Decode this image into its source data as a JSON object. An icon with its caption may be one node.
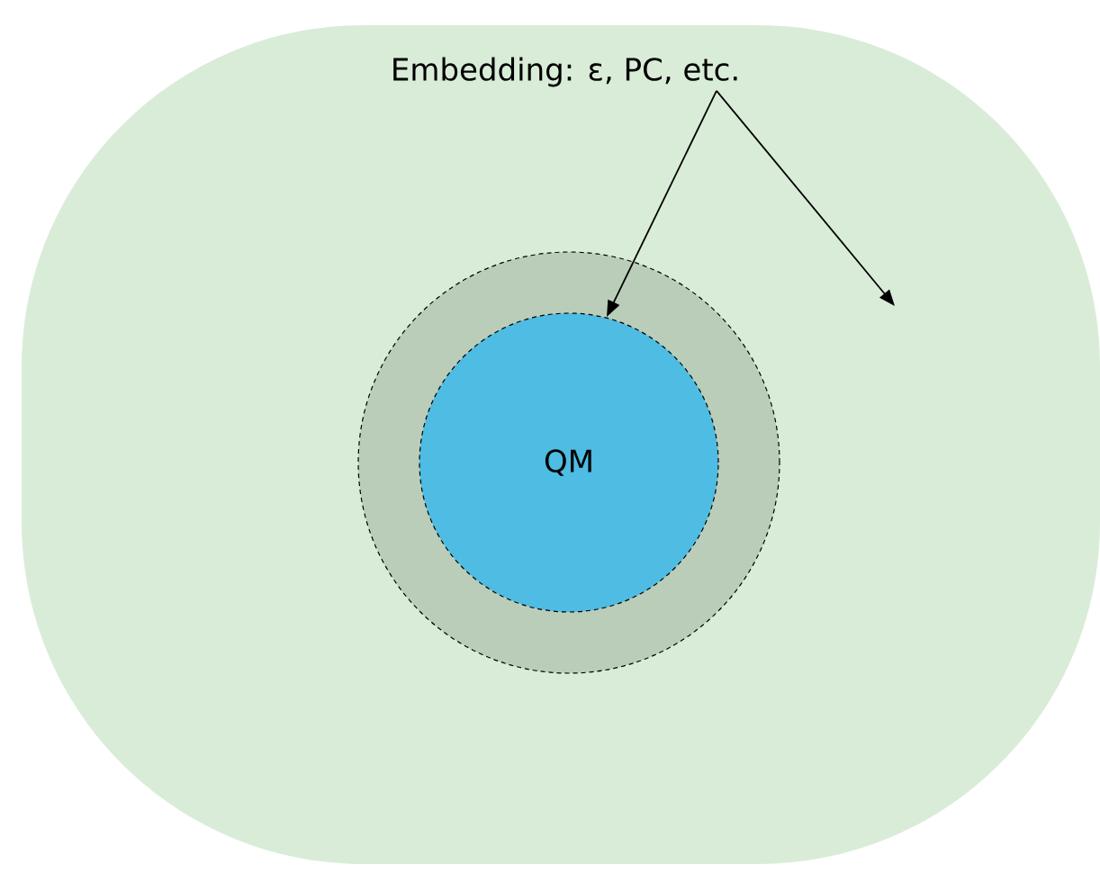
{
  "diagram": {
    "nodes": [
      {
        "text": [],
        "shape": "box"
      },
      {
        "text": [],
        "shape": "circle",
        "in": 0
      },
      {
        "text": [
          "QM"
        ],
        "in": 1
      },
      {
        "text": [
          "Embedding: ε, PC, etc."
        ],
        "in": 0
      }
    ],
    "edges": [
      {
        "from": 3,
        "to": 2,
        "arrow": "to"
      },
      {
        "from": 3,
        "to": null,
        "arrow": "to"
      }
    ]
  }
}
